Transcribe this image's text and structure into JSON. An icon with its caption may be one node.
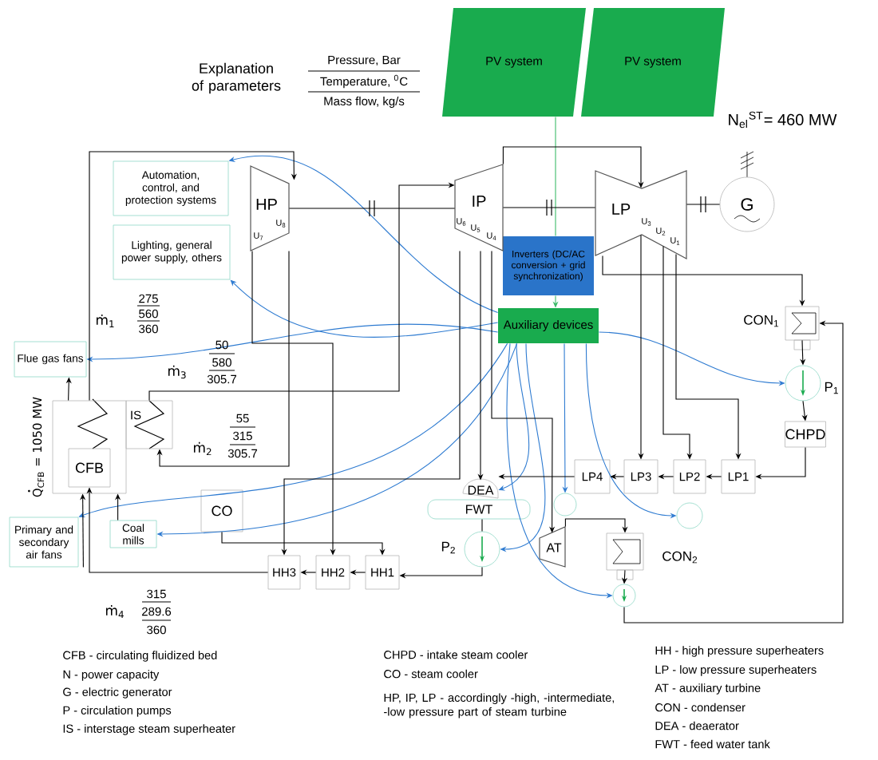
{
  "diagram": {
    "nodes": [
      {
        "text": [
          "PV system"
        ]
      },
      {
        "text": [
          "PV system"
        ]
      },
      {
        "text": [
          "Inverters (DC/AC conversion + grid synchronization)"
        ]
      },
      {
        "text": [
          "Auxiliary devices"
        ]
      },
      {
        "text": [
          "Automation, control, and protection systems"
        ]
      },
      {
        "text": [
          "Lighting, general power supply, others"
        ]
      },
      {
        "text": [
          "HP",
          "U$_{7}$",
          "U$_{8}$"
        ]
      },
      {
        "text": [
          "IP",
          "U$_{6}$",
          "U$_{5}$",
          "U$_{4}$"
        ]
      },
      {
        "text": [
          "LP",
          "U$_{3}$",
          "U$_{2}$",
          "U$_{1}$"
        ]
      },
      {
        "text": [
          "G"
        ]
      },
      {
        "text": [
          "Flue gas fans"
        ]
      },
      {
        "text": [],
        "shape": "box"
      },
      {
        "text": [
          "CFB"
        ],
        "in": 11
      },
      {
        "text": [
          "IS"
        ]
      },
      {
        "text": [
          "Primary and secondary air fans"
        ]
      },
      {
        "text": [
          "Coal mills"
        ]
      },
      {
        "text": [
          "CO"
        ]
      },
      {
        "text": [
          "HH3"
        ]
      },
      {
        "text": [
          "HH2"
        ]
      },
      {
        "text": [
          "HH1"
        ]
      },
      {
        "text": [
          "DEA"
        ]
      },
      {
        "text": [
          "FWT"
        ]
      },
      {
        "text": [],
        "shape": "circle",
        "beside": [
          "P$_{2}$"
        ]
      },
      {
        "text": [
          "AT"
        ]
      },
      {
        "text": [
          "LP4"
        ]
      },
      {
        "text": [
          "LP3"
        ]
      },
      {
        "text": [
          "LP2"
        ]
      },
      {
        "text": [
          "LP1"
        ]
      },
      {
        "text": [],
        "shape": "box",
        "beside": [
          "CON$_{1}$"
        ]
      },
      {
        "text": [],
        "shape": "circle",
        "beside": [
          "P$_{1}$"
        ]
      },
      {
        "text": [
          "CHPD"
        ]
      },
      {
        "text": [],
        "shape": "box",
        "beside": [
          "CON$_{2}$"
        ]
      },
      {
        "text": [],
        "shape": "circle"
      },
      {
        "text": [],
        "shape": "circle"
      },
      {
        "text": [],
        "shape": "circle"
      }
    ],
    "edges": [
      {
        "from": 0,
        "to": 2,
        "arrow": "none",
        "color": "#3dbb6a"
      },
      {
        "from": 2,
        "to": 3,
        "arrow": "to",
        "color": "#3dbb6a"
      },
      {
        "from": 3,
        "to": 4,
        "arrow": "to",
        "color": "#2e7bd1"
      },
      {
        "from": 3,
        "to": 5,
        "arrow": "to",
        "color": "#2e7bd1"
      },
      {
        "from": 3,
        "to": 10,
        "arrow": "to",
        "color": "#2e7bd1"
      },
      {
        "from": 3,
        "to": 14,
        "arrow": "to",
        "color": "#2e7bd1"
      },
      {
        "from": 3,
        "to": 15,
        "arrow": "to",
        "color": "#2e7bd1"
      },
      {
        "from": 3,
        "to": 20,
        "arrow": "to",
        "color": "#2e7bd1"
      },
      {
        "from": 3,
        "to": 22,
        "arrow": "to",
        "color": "#2e7bd1"
      },
      {
        "from": 3,
        "to": 32,
        "arrow": "to",
        "color": "#2e7bd1"
      },
      {
        "from": 3,
        "to": 33,
        "arrow": "to",
        "color": "#2e7bd1"
      },
      {
        "from": 3,
        "to": 34,
        "arrow": "to",
        "color": "#2e7bd1"
      },
      {
        "from": 3,
        "to": 29,
        "arrow": "to",
        "color": "#2e7bd1"
      },
      {
        "from": 6,
        "to": 7,
        "arrow": "none"
      },
      {
        "from": 7,
        "to": 8,
        "arrow": "none"
      },
      {
        "from": 8,
        "to": 9,
        "arrow": "none"
      },
      {
        "from": 11,
        "to": 6,
        "arrow": "to"
      },
      {
        "from": 6,
        "to": 13,
        "arrow": "to"
      },
      {
        "from": 13,
        "to": 7,
        "arrow": "to"
      },
      {
        "from": 7,
        "to": 8,
        "arrow": "to"
      },
      {
        "from": 8,
        "to": 28,
        "arrow": "to"
      },
      {
        "from": 28,
        "to": 29,
        "arrow": "to"
      },
      {
        "from": 29,
        "to": 30,
        "arrow": "to"
      },
      {
        "from": 30,
        "to": 27,
        "arrow": "to"
      },
      {
        "from": 27,
        "to": 26,
        "arrow": "to"
      },
      {
        "from": 26,
        "to": 25,
        "arrow": "to"
      },
      {
        "from": 25,
        "to": 24,
        "arrow": "to"
      },
      {
        "from": 24,
        "to": 20,
        "arrow": "to"
      },
      {
        "from": 21,
        "to": 22,
        "arrow": "none"
      },
      {
        "from": 22,
        "to": 19,
        "arrow": "to"
      },
      {
        "from": 19,
        "to": 18,
        "arrow": "to"
      },
      {
        "from": 18,
        "to": 17,
        "arrow": "to"
      },
      {
        "from": 17,
        "to": 12,
        "arrow": "to"
      },
      {
        "from": 6,
        "to": 18,
        "arrow": "to"
      },
      {
        "from": 7,
        "to": 17,
        "arrow": "to"
      },
      {
        "from": 16,
        "to": 19,
        "arrow": "to"
      },
      {
        "from": 8,
        "to": 25,
        "arrow": "to"
      },
      {
        "from": 8,
        "to": 26,
        "arrow": "to"
      },
      {
        "from": 8,
        "to": 27,
        "arrow": "to"
      },
      {
        "from": 7,
        "to": 23,
        "arrow": "to"
      },
      {
        "from": 23,
        "to": 31,
        "arrow": "to"
      },
      {
        "from": 31,
        "to": 34,
        "arrow": "to"
      },
      {
        "from": 34,
        "to": 28,
        "arrow": "to"
      },
      {
        "from": 11,
        "to": 10,
        "arrow": "to"
      },
      {
        "from": 14,
        "to": 11,
        "arrow": "to"
      },
      {
        "from": 15,
        "to": 11,
        "arrow": "to"
      },
      {
        "from": 7,
        "to": 20,
        "arrow": "to"
      }
    ],
    "labels": [
      "Explanation of parameters",
      "Pressure, Bar",
      "Temperature, $^{0}$C",
      "Mass flow, kg/s",
      "N$_{el}$$^{ST}$= 460 MW",
      "ṁ$_{1}$",
      "275",
      "560",
      "360",
      "ṁ$_{3}$",
      "50",
      "580",
      "305.7",
      "ṁ$_{2}$",
      "55",
      "315",
      "305.7",
      "Q$_{CFB}$ = 1050 MW",
      "ṁ$_{4}$",
      "315",
      "289.6",
      "360",
      "CFB - circulating fluidized bed",
      "N - power capacity",
      "G - electric generator",
      "P - circulation pumps",
      "IS - interstage steam superheater",
      "CHPD - intake steam cooler",
      "CO - steam cooler",
      "HP, IP, LP - accordingly -high, -intermediate, -low pressure part of steam turbine",
      "HH - high pressure superheaters",
      "LP - low pressure superheaters",
      "AT - auxiliary turbine",
      "CON - condenser",
      "DEA - deaerator",
      "FWT - feed water tank"
    ]
  }
}
